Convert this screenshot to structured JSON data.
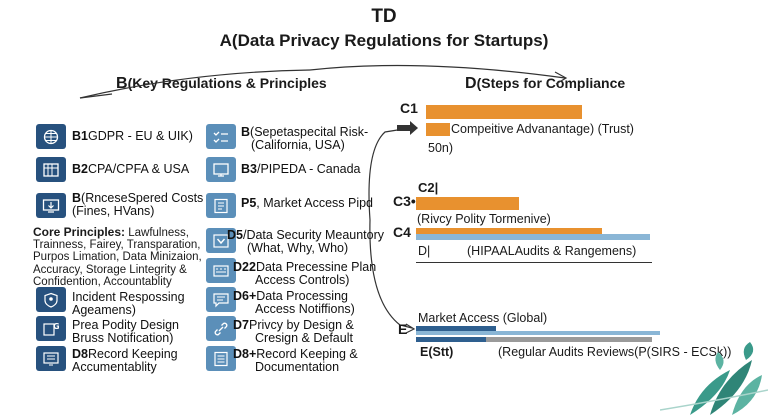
{
  "title_line1": "TD",
  "title_line2": "A(Data Privacy Regulations for Startups)",
  "section_b": {
    "letter": "B",
    "title": "(Key Regulations & Principles"
  },
  "section_d": {
    "letter": "D",
    "title": "(Steps for Compliance"
  },
  "left_items": [
    {
      "code": "B1",
      "text": "GDPR - EU & UIK)",
      "icon": "globe-icon"
    },
    {
      "code": "B2",
      "text": "CPA/CPFA & USA",
      "icon": "calendar-grid-icon"
    },
    {
      "code": "B",
      "text": "(RnceseSpered Costs",
      "text2": "(Fines, HVans)",
      "icon": "monitor-download-icon"
    },
    {
      "code": "",
      "text": "Incident Respossing",
      "text2": "Ageamens)",
      "icon": "shield-person-icon"
    },
    {
      "code": "",
      "text": "Prea Podity Design",
      "text2": "Bruss Notification)",
      "icon": "shield-g-icon"
    },
    {
      "code": "D8",
      "text": "Record Keeping",
      "text2": "Accumentablity",
      "icon": "display-doc-icon"
    }
  ],
  "core_principles": {
    "heading": "Core Principles:",
    "text": "Lawfulness, Trainness, Fairey, Transparation, Purpos Limation, Data Minizaion, Accuracy, Storage Lintegrity & Confidention, Accountablity"
  },
  "middle_items": [
    {
      "code": "B",
      "text": "(Sepetaspecital Risk-",
      "text2": "(California, USA)",
      "icon": "checklist-icon"
    },
    {
      "code": "B3",
      "text": "/PIPEDA - Canada",
      "text2": "",
      "icon": "monitor-icon"
    },
    {
      "code": "P5",
      "text": ", Market Access Pipd",
      "text2": "",
      "icon": "doc-p-icon"
    },
    {
      "code": "D5",
      "text": "/Data Security Meauntory",
      "text2": "(What, Why, Who)",
      "icon": "chevron-down-icon"
    },
    {
      "code": "D22",
      "text": "Data Precessine Plan",
      "text2": "Access Controls)",
      "icon": "keyboard-icon"
    },
    {
      "code": "D6+",
      "text": "Data Processing",
      "text2": "Access Notiffions)",
      "icon": "speech-doc-icon"
    },
    {
      "code": "D7",
      "text": "Privcy by Design &",
      "text2": "Cresign & Default",
      "icon": "link-icon"
    },
    {
      "code": "D8+",
      "text": "Record Keeping &",
      "text2": "Documentation",
      "icon": "list-doc-icon"
    }
  ],
  "steps": {
    "c1": {
      "tag": "C1",
      "label": "Compeitive Advanantage) (Trust)",
      "sub": "50n)"
    },
    "c2": {
      "tag": "C2|",
      "tag_c3": "C3•",
      "label": "(Rivcy Polity Tormenive)"
    },
    "c4": {
      "tag": "C4",
      "d_tag": "D|",
      "label": "(HIPAALAudits & Rangemens)"
    },
    "e": {
      "label_top": "Market Access (Global)",
      "tag": "E",
      "e_stt": "E(Stt)",
      "label": "(Regular Audits Reviews(P(SIRS - ECSk))"
    }
  },
  "colors": {
    "orange": "#e8912f",
    "navy": "#27517e",
    "steel": "#5b8fb9",
    "teal": "#3a9a8a"
  }
}
